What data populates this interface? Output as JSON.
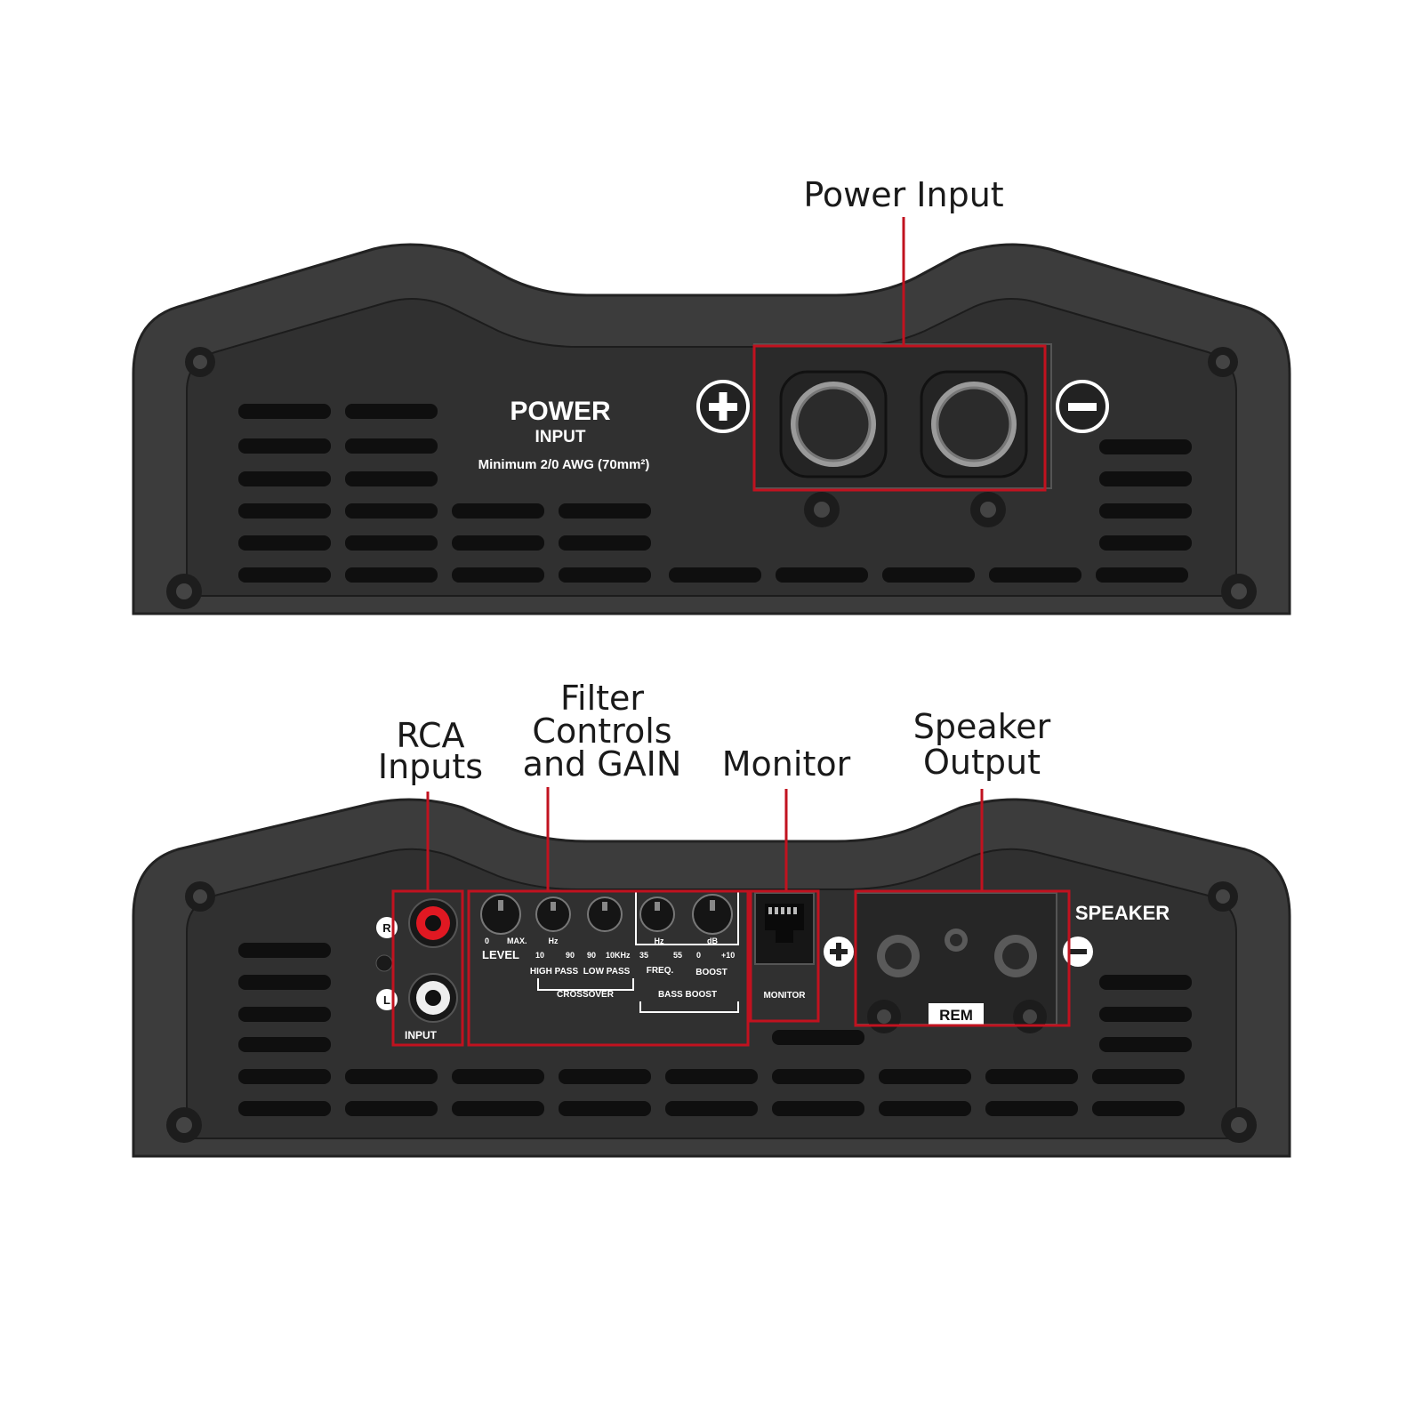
{
  "callouts": {
    "power_input": "Power Input",
    "rca_line1": "RCA",
    "rca_line2": "Inputs",
    "filter_line1": "Filter",
    "filter_line2": "Controls",
    "filter_line3": "and GAIN",
    "monitor": "Monitor",
    "speaker_line1": "Speaker",
    "speaker_line2": "Output"
  },
  "top_panel": {
    "power_label": "POWER",
    "input_label": "INPUT",
    "wire_spec": "Minimum 2/0 AWG (70mm²)"
  },
  "bottom_panel": {
    "level_min": "0",
    "level_max": "MAX.",
    "level_label": "LEVEL",
    "hz_unit": "Hz",
    "hp_min": "10",
    "hp_max": "90",
    "lp_min": "90",
    "lp_max": "10KHz",
    "high_pass": "HIGH PASS",
    "low_pass": "LOW PASS",
    "crossover": "CROSSOVER",
    "freq_unit": "Hz",
    "freq_min": "35",
    "freq_max": "55",
    "db_unit": "dB",
    "boost_min": "0",
    "boost_max": "+10",
    "freq_label": "FREQ.",
    "boost_label": "BOOST",
    "bass_boost": "BASS BOOST",
    "rca_r": "R",
    "rca_l": "L",
    "input_label": "INPUT",
    "monitor_label": "MONITOR",
    "speaker_label": "SPEAKER",
    "rem_label": "REM"
  },
  "colors": {
    "highlight": "#c1121f",
    "chassis": "#3a3a3a",
    "face": "#333333",
    "vent": "#111111"
  }
}
